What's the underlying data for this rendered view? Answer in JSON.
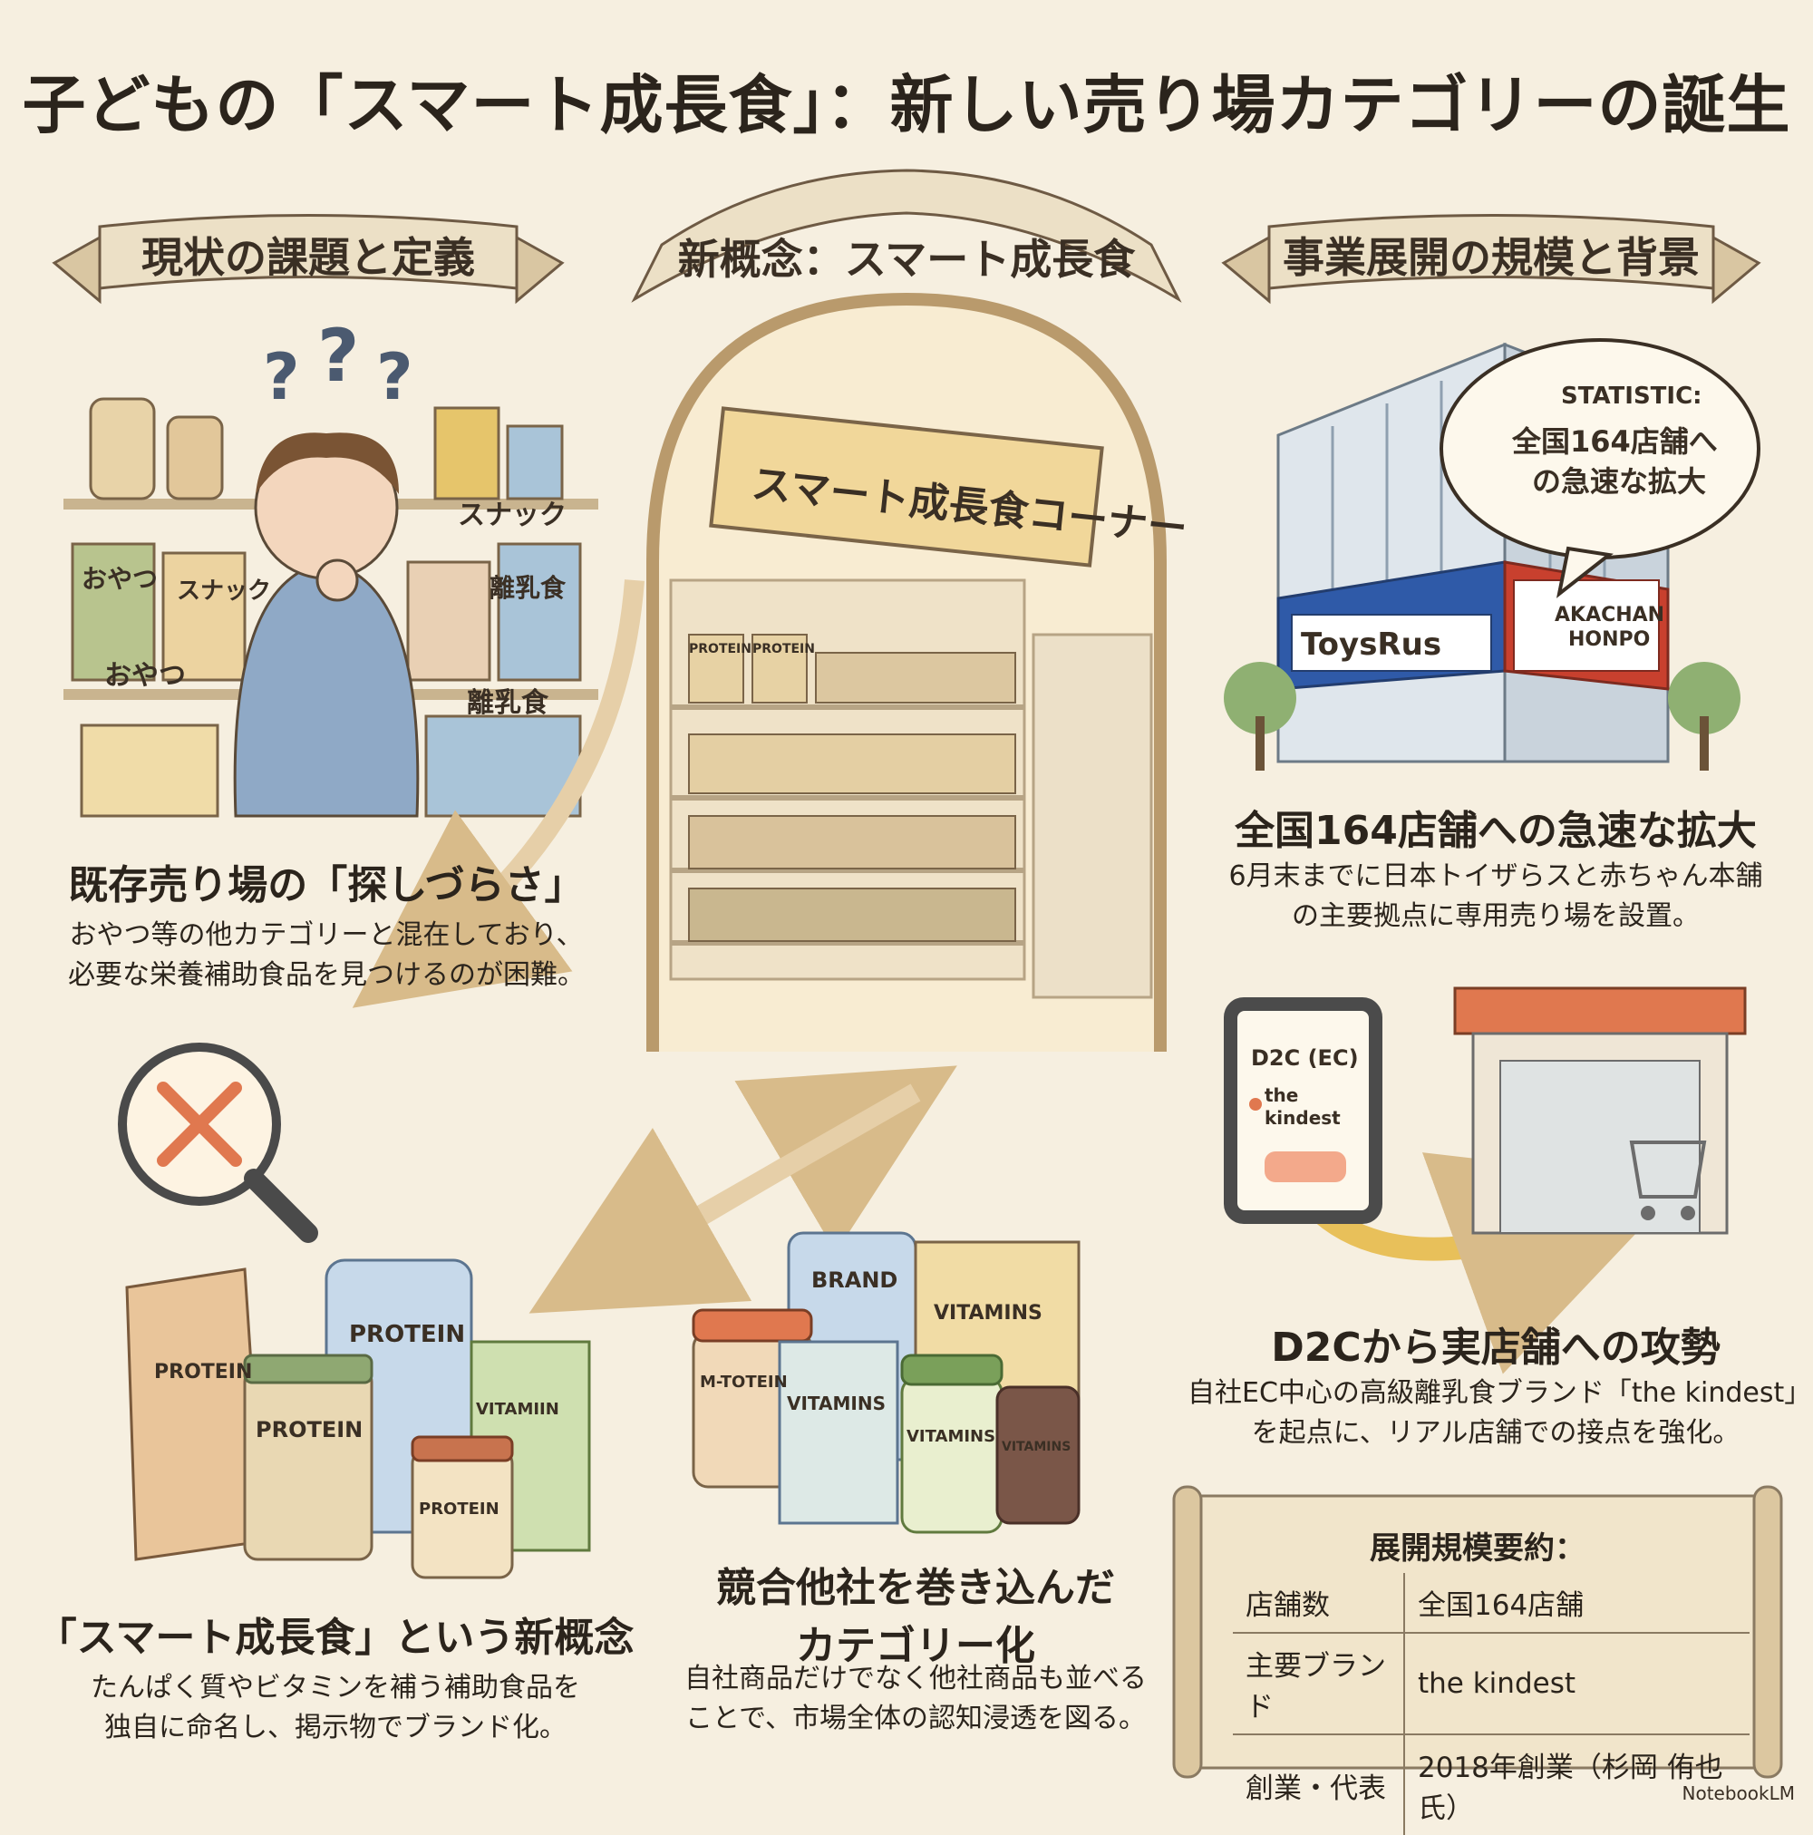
{
  "title": "子どもの「スマート成長食」：新しい売り場カテゴリーの誕生",
  "ribbons": {
    "left": "現状の課題と定義",
    "center": "新概念：スマート成長食",
    "right": "事業展開の規模と背景"
  },
  "left_illustration": {
    "labels": [
      "スナック",
      "おやつ",
      "スナック",
      "離乳食",
      "おやつ",
      "離乳食"
    ]
  },
  "store_sign": "スマート成長食コーナー",
  "shelf_labels": [
    "PROTEIN",
    "PROTEIN"
  ],
  "building": {
    "sign_left": "ToysRus",
    "sign_right_line1": "AKACHAN",
    "sign_right_line2": "HONPO"
  },
  "speech_bubble": {
    "label": "STATISTIC:",
    "line1": "全国164店舗へ",
    "line2": "の急速な拡大"
  },
  "sections": {
    "difficulty": {
      "heading": "既存売り場の「探しづらさ」",
      "body_line1": "おやつ等の他カテゴリーと混在しており、",
      "body_line2": "必要な栄養補助食品を見つけるのが困難。"
    },
    "expansion": {
      "heading": "全国164店舗への急速な拡大",
      "body_line1": "6月末までに日本トイザらスと赤ちゃん本舗",
      "body_line2": "の主要拠点に専用売り場を設置。"
    },
    "d2c": {
      "heading": "D2Cから実店舗への攻勢",
      "body_line1": "自社EC中心の高級離乳食ブランド「the kindest」",
      "body_line2": "を起点に、リアル店舗での接点を強化。"
    },
    "concept": {
      "heading": "「スマート成長食」という新概念",
      "body_line1": "たんぱく質やビタミンを補う補助食品を",
      "body_line2": "独自に命名し、掲示物でブランド化。"
    },
    "category": {
      "heading_line1": "競合他社を巻き込んだ",
      "heading_line2": "カテゴリー化",
      "body_line1": "自社商品だけでなく他社商品も並べる",
      "body_line2": "ことで、市場全体の認知浸透を図る。"
    }
  },
  "tablet": {
    "label": "D2C (EC)",
    "brand_line1": "the",
    "brand_line2": "kindest"
  },
  "product_labels": {
    "left": [
      "PROTEIN",
      "PROTEIN",
      "PROTEIN",
      "VITAMIIN",
      "PROTEIN"
    ],
    "right": [
      "BRAND",
      "VITAMINS",
      "M-TOTEIN",
      "VITAMINS",
      "VITAMINS",
      "VITAMINS"
    ]
  },
  "summary": {
    "title": "展開規模要約：",
    "rows": [
      {
        "key": "店舗数",
        "value": "全国164店舗"
      },
      {
        "key": "主要ブランド",
        "value": "the kindest"
      },
      {
        "key": "創業・代表",
        "value": "2018年創業（杉岡 侑也 氏）"
      }
    ]
  },
  "watermark": "NotebookLM",
  "colors": {
    "background": "#f6efe0",
    "ribbon": "#e9dcc2",
    "ribbon_stroke": "#6e5a44",
    "arrow": "#e6cfa8",
    "toys_blue": "#2f5aa8",
    "honpo_red": "#c8402e",
    "sign_yellow": "#f1d79a",
    "accent_orange": "#e0784f"
  }
}
